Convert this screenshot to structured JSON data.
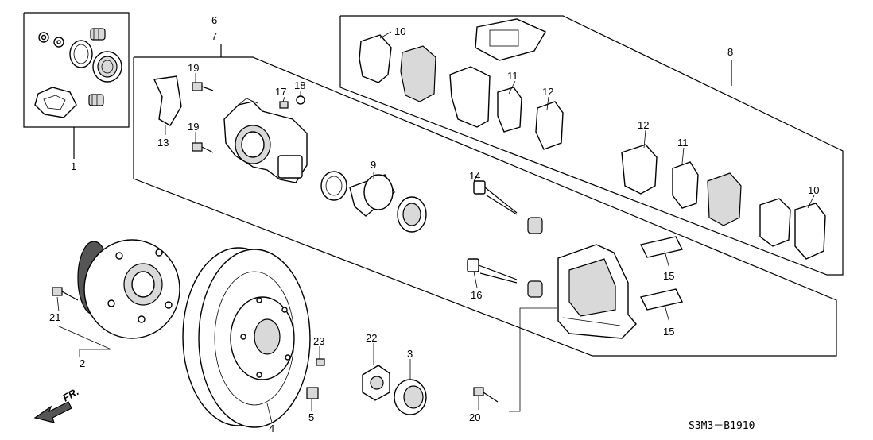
{
  "diagram_code": "S3M3－B1910",
  "front_label": "FR.",
  "callouts": {
    "c1": "1",
    "c2": "2",
    "c3": "3",
    "c4": "4",
    "c5": "5",
    "c6": "6",
    "c7": "7",
    "c8": "8",
    "c9": "9",
    "c10a": "10",
    "c10b": "10",
    "c11a": "11",
    "c11b": "11",
    "c12a": "12",
    "c12b": "12",
    "c13": "13",
    "c14": "14",
    "c15a": "15",
    "c15b": "15",
    "c16": "16",
    "c17": "17",
    "c18": "18",
    "c19a": "19",
    "c19b": "19",
    "c20": "20",
    "c21": "21",
    "c22": "22",
    "c23": "23"
  }
}
